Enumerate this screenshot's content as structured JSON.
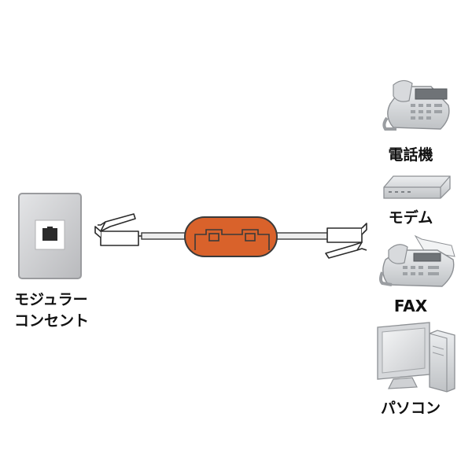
{
  "wall_outlet": {
    "label_line1": "モジュラー",
    "label_line2": "コンセント"
  },
  "devices": {
    "phone": "電話機",
    "modem": "モデム",
    "fax": "FAX",
    "pc": "パソコン"
  },
  "icons": {
    "wall_outlet": "modular-jack-icon",
    "plug": "rj11-plug-icon",
    "ferrite_core": "ferrite-core-icon",
    "phone": "telephone-icon",
    "modem": "modem-icon",
    "fax": "fax-machine-icon",
    "pc": "desktop-computer-icon"
  },
  "colors": {
    "ferrite_core": "#d9622b",
    "ferrite_outline": "#3a3a3a",
    "device_gray": "#d4d6d8",
    "outlet_plate": "#cfd0d2"
  }
}
